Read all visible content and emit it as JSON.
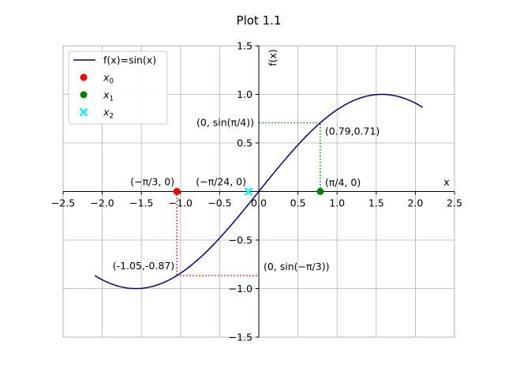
{
  "chart_data": {
    "type": "line",
    "title": "Plot 1.1",
    "xlabel": "x",
    "ylabel": "f(x)",
    "xlim": [
      -2.5,
      2.5
    ],
    "ylim": [
      -1.5,
      1.5
    ],
    "xticks": [
      -2.5,
      -2.0,
      -1.5,
      -1.0,
      -0.5,
      0.0,
      0.5,
      1.0,
      1.5,
      2.0,
      2.5
    ],
    "yticks": [
      -1.5,
      -1.0,
      -0.5,
      0.5,
      1.0,
      1.5
    ],
    "xtick_labels": [
      "−2.5",
      "−2.0",
      "−1.5",
      "−1.0",
      "−0.5",
      "0.0",
      "0.5",
      "1.0",
      "1.5",
      "2.0",
      "2.5"
    ],
    "ytick_labels": [
      "−1.5",
      "−1.0",
      "−0.5",
      "0.5",
      "1.0",
      "1.5"
    ],
    "grid": true,
    "legend_position": "top-left",
    "series": [
      {
        "name": "f(x)=sin(x)",
        "function": "sin",
        "x_range": [
          -2.0944,
          2.0944
        ],
        "color": "#000080"
      }
    ],
    "points": [
      {
        "name": "x_0",
        "x": -1.0472,
        "y": 0,
        "marker": "o",
        "color": "#ff0000"
      },
      {
        "name": "x_1",
        "x": 0.7854,
        "y": 0,
        "marker": "o",
        "color": "#008000"
      },
      {
        "name": "x_2",
        "x": -0.1309,
        "y": 0,
        "marker": "x",
        "color": "#00ffff"
      }
    ],
    "guides": [
      {
        "from": [
          0.7854,
          0
        ],
        "to": [
          0.7854,
          0.7071
        ],
        "color": "#008000"
      },
      {
        "from": [
          0.7854,
          0.7071
        ],
        "to": [
          0,
          0.7071
        ],
        "color": "#008000"
      },
      {
        "from": [
          -1.0472,
          0
        ],
        "to": [
          -1.0472,
          -0.866
        ],
        "color": "#ff0000"
      },
      {
        "from": [
          -1.0472,
          -0.866
        ],
        "to": [
          0,
          -0.866
        ],
        "color": "#ff0000"
      }
    ],
    "annotations": [
      {
        "text": "(−π/3, 0)",
        "x": -1.0472,
        "y": 0,
        "anchor": "above-left"
      },
      {
        "text": "(−π/24, 0)",
        "x": -0.1309,
        "y": 0,
        "anchor": "above-left"
      },
      {
        "text": "(π/4, 0)",
        "x": 0.7854,
        "y": 0,
        "anchor": "above-right"
      },
      {
        "text": "(0, sin(π/4))",
        "x": 0,
        "y": 0.7071,
        "anchor": "left"
      },
      {
        "text": "(0.79,0.71)",
        "x": 0.7854,
        "y": 0.7071,
        "anchor": "below-right"
      },
      {
        "text": "(-1.05,-0.87)",
        "x": -1.0472,
        "y": -0.866,
        "anchor": "above-left"
      },
      {
        "text": "(0, sin(−π/3))",
        "x": 0,
        "y": -0.866,
        "anchor": "above-right"
      }
    ],
    "legend": [
      {
        "label": "f(x)=sin(x)",
        "kind": "line",
        "color": "#000080"
      },
      {
        "label": "x",
        "sub": "0",
        "kind": "dot",
        "color": "#ff0000"
      },
      {
        "label": "x",
        "sub": "1",
        "kind": "dot",
        "color": "#008000"
      },
      {
        "label": "x",
        "sub": "2",
        "kind": "cross",
        "color": "#00ffff"
      }
    ]
  }
}
